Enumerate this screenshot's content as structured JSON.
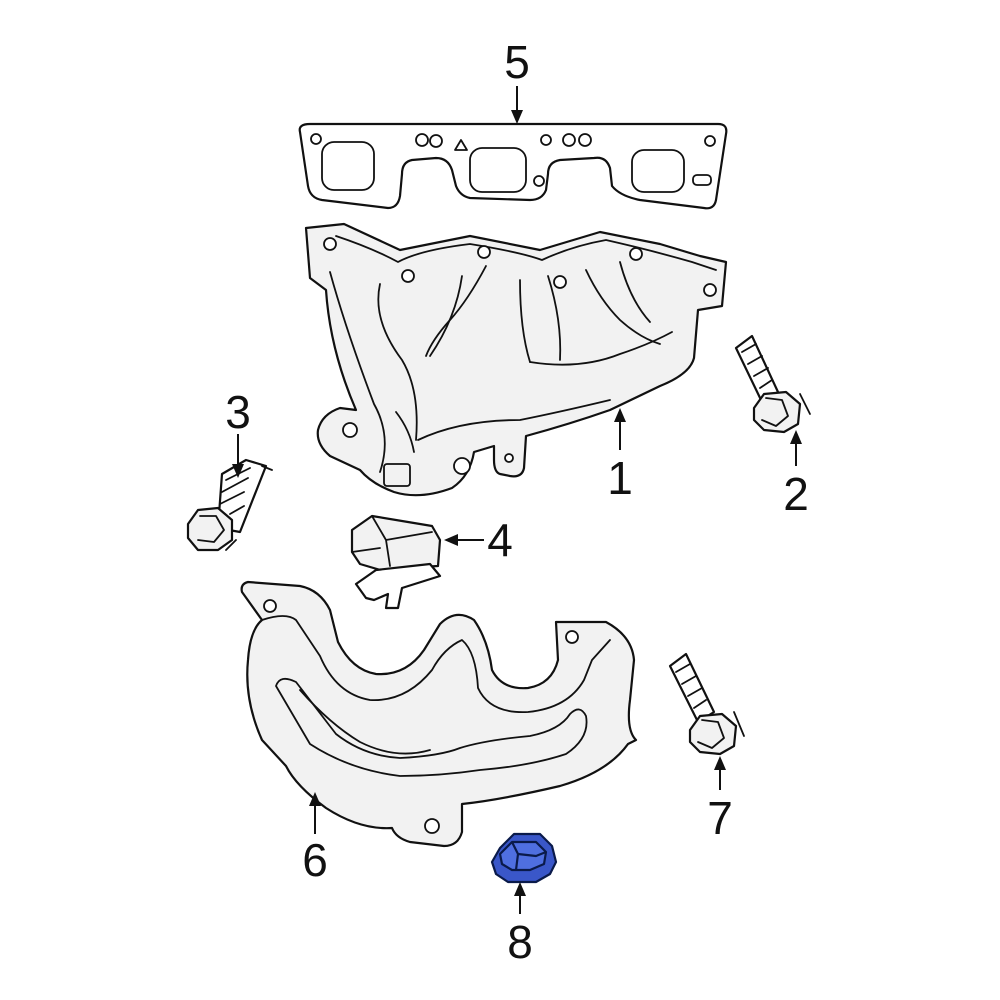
{
  "diagram": {
    "parts": [
      {
        "id": "manifold",
        "label": "1"
      },
      {
        "id": "bolt-right",
        "label": "2"
      },
      {
        "id": "bolt-left",
        "label": "3"
      },
      {
        "id": "bracket",
        "label": "4"
      },
      {
        "id": "gasket",
        "label": "5"
      },
      {
        "id": "heat-shield",
        "label": "6"
      },
      {
        "id": "bolt-lower",
        "label": "7"
      },
      {
        "id": "nut",
        "label": "8",
        "highlighted": true
      }
    ],
    "highlight_color": "#3a57c9"
  }
}
